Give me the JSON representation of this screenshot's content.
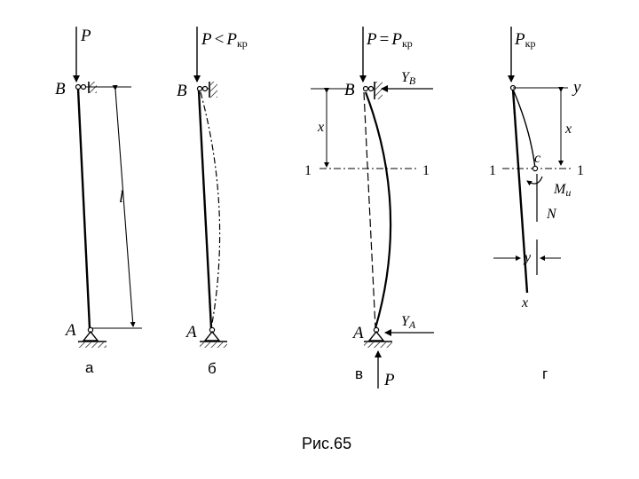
{
  "caption": "Рис.65",
  "panels": {
    "a": {
      "letter": "а",
      "load": "P",
      "top_point": "B",
      "bottom_point": "A",
      "length": "l"
    },
    "b": {
      "letter": "б",
      "load_main": "P",
      "load_rel": "<",
      "load_sym": "P",
      "load_sub": "кр",
      "top_point": "B",
      "bottom_point": "A"
    },
    "v": {
      "letter": "в",
      "load_main": "P",
      "load_rel": "=",
      "load_sym": "P",
      "load_sub": "кр",
      "top_point": "B",
      "bottom_point": "A",
      "reaction_top": "Y",
      "reaction_top_sub": "B",
      "reaction_bottom": "Y",
      "reaction_bottom_sub": "A",
      "section_left": "1",
      "section_right": "1",
      "dim_x": "x",
      "bottom_force": "P"
    },
    "g": {
      "letter": "г",
      "load_sym": "P",
      "load_sub": "кр",
      "axis_y": "y",
      "axis_x": "x",
      "dim_x": "x",
      "dim_y": "y",
      "section_left": "1",
      "section_right": "1",
      "point_c": "c",
      "moment": "M",
      "moment_sub": "и",
      "normal_force": "N"
    }
  }
}
